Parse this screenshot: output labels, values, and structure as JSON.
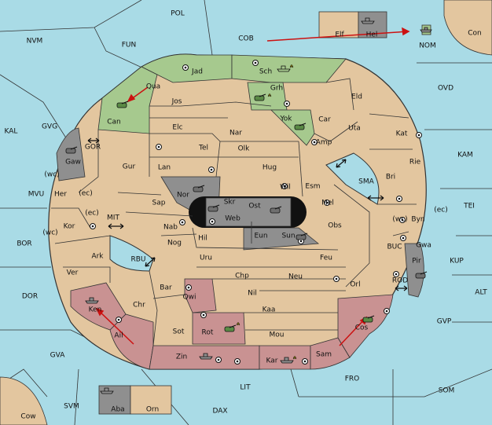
{
  "colors": {
    "sea": "#a9dbe6",
    "land": "#e3c69f",
    "green_power": "#a6c98e",
    "red_power": "#c99292",
    "grey_power": "#8f8f8f",
    "impassable": "#111111",
    "order_arrow": "#cc1111"
  },
  "regions": {
    "sea": [
      "POL",
      "NVM",
      "FUN",
      "COB",
      "CON",
      "NOM",
      "OVD",
      "KAL",
      "GVG",
      "KAM",
      "MVU",
      "TEI",
      "BOR",
      "MIT",
      "RBU",
      "SMA",
      "GOR",
      "BUC",
      "KUP",
      "DOR",
      "ROD",
      "ALT",
      "GVP",
      "GVA",
      "FRO",
      "SOM",
      "LIT",
      "SVM",
      "DAX",
      "COW"
    ],
    "sea_labels": {
      "POL": "POL",
      "NVM": "NVM",
      "FUN": "FUN",
      "COB": "COB",
      "CON": "Con",
      "NOM": "NOM",
      "OVD": "OVD",
      "KAL": "KAL",
      "GVG": "GVG",
      "KAM": "KAM",
      "MVU": "MVU",
      "TEI": "TEI",
      "BOR": "BOR",
      "MIT": "MIT",
      "RBU": "RBU",
      "SMA": "SMA",
      "GOR": "GOR",
      "BUC": "BUC",
      "KUP": "KUP",
      "DOR": "DOR",
      "ROD": "ROD",
      "ALT": "ALT",
      "GVP": "GVP",
      "GVA": "GVA",
      "FRO": "FRO",
      "SOM": "SOM",
      "LIT": "LIT",
      "SVM": "SVM",
      "DAX": "DAX",
      "COW": "Cow"
    },
    "land": [
      "Jad",
      "Sch",
      "Qua",
      "Jos",
      "Grh",
      "Eld",
      "Can",
      "Yok",
      "Car",
      "Elc",
      "Nar",
      "Uta",
      "Kat",
      "Tel",
      "Olk",
      "Amp",
      "Gaw",
      "Gur",
      "Lan",
      "Hug",
      "Rie",
      "Bri",
      "Her",
      "Wil",
      "Esm",
      "Nor",
      "Skr",
      "Ost",
      "Sap",
      "Mel",
      "Byn",
      "Kor",
      "Web",
      "Nab",
      "Obs",
      "Gwa",
      "Eun",
      "Sun",
      "Hil",
      "Nog",
      "Ark",
      "Pir",
      "Uru",
      "Feu",
      "Chp",
      "Neu",
      "Ver",
      "Bar",
      "Orl",
      "Nil",
      "Qwi",
      "Chr",
      "Ken",
      "Kaa",
      "Sot",
      "Rot",
      "Ail",
      "Mou",
      "Cos",
      "Zin",
      "Sam",
      "Kar",
      "Elf",
      "Hel",
      "Aba",
      "Orn"
    ]
  },
  "coast_tags": [
    "(wc)",
    "(ec)",
    "(ec)",
    "(wc)",
    "(wc)",
    "(ec)"
  ],
  "units": [
    {
      "type": "fleet",
      "owner": "grey",
      "loc": "Hel"
    },
    {
      "type": "fleet",
      "owner": "grey",
      "loc": "NOM"
    },
    {
      "type": "fleet",
      "owner": "green",
      "loc": "Sch"
    },
    {
      "type": "army",
      "owner": "green",
      "loc": "Can"
    },
    {
      "type": "army",
      "owner": "green",
      "loc": "Grh"
    },
    {
      "type": "army",
      "owner": "green",
      "loc": "Yok"
    },
    {
      "type": "army",
      "owner": "grey",
      "loc": "Gaw"
    },
    {
      "type": "army",
      "owner": "grey",
      "loc": "Nor"
    },
    {
      "type": "army",
      "owner": "grey",
      "loc": "Web"
    },
    {
      "type": "army",
      "owner": "grey",
      "loc": "Ost"
    },
    {
      "type": "army",
      "owner": "grey",
      "loc": "Sun"
    },
    {
      "type": "army",
      "owner": "grey",
      "loc": "Pir"
    },
    {
      "type": "fleet",
      "owner": "red",
      "loc": "Ken"
    },
    {
      "type": "army",
      "owner": "red",
      "loc": "Rot"
    },
    {
      "type": "fleet",
      "owner": "red",
      "loc": "Zin"
    },
    {
      "type": "fleet",
      "owner": "red",
      "loc": "Kar"
    },
    {
      "type": "army",
      "owner": "red",
      "loc": "Cos"
    },
    {
      "type": "fleet",
      "owner": "grey",
      "loc": "Aba"
    }
  ],
  "orders": [
    {
      "from": "COB",
      "to": "NOM"
    },
    {
      "from": "Qua",
      "to": "Can"
    },
    {
      "from": "Ail",
      "to": "Ken"
    },
    {
      "from": "Sam",
      "to": "Cos"
    }
  ]
}
